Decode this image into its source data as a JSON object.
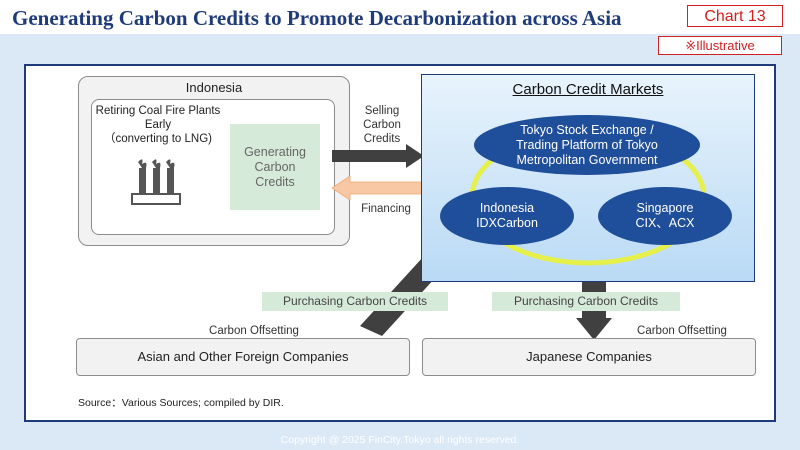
{
  "header": {
    "title": "Generating Carbon Credits to Promote Decarbonization across Asia",
    "chart_label": "Chart 13",
    "illustrative_label": "※Illustrative"
  },
  "indonesia": {
    "title": "Indonesia",
    "coal_lines": [
      "Retiring Coal Fire Plants",
      "Early",
      "（converting to LNG)"
    ],
    "generating_lines": [
      "Generating",
      "Carbon",
      "Credits"
    ]
  },
  "flows": {
    "selling_lines": [
      "Selling",
      "Carbon",
      "Credits"
    ],
    "financing": "Financing"
  },
  "market": {
    "title": "Carbon Credit Markets",
    "tokyo_lines": [
      "Tokyo Stock Exchange /",
      "Trading Platform of Tokyo",
      "Metropolitan Government"
    ],
    "indonesia_lines": [
      "Indonesia",
      "IDXCarbon"
    ],
    "singapore_lines": [
      "Singapore",
      "CIX、ACX"
    ]
  },
  "purchasing": {
    "left": "Purchasing Carbon Credits",
    "right": "Purchasing Carbon Credits"
  },
  "offsetting": {
    "left": "Carbon Offsetting",
    "right": "Carbon Offsetting"
  },
  "companies": {
    "asian": "Asian and Other Foreign Companies",
    "japanese": "Japanese Companies"
  },
  "source": "Source：Various Sources; compiled by DIR.",
  "copyright": "Copyright @ 2025 FinCity.Tokyo all rights reserved.",
  "colors": {
    "navy": "#1f3b7a",
    "ellipse_blue": "#1f4e9a",
    "ring_yellow": "#e6f04a",
    "green_box": "#d6ead9",
    "arrow_dark": "#404040",
    "arrow_orange": "#f7c8a3"
  }
}
